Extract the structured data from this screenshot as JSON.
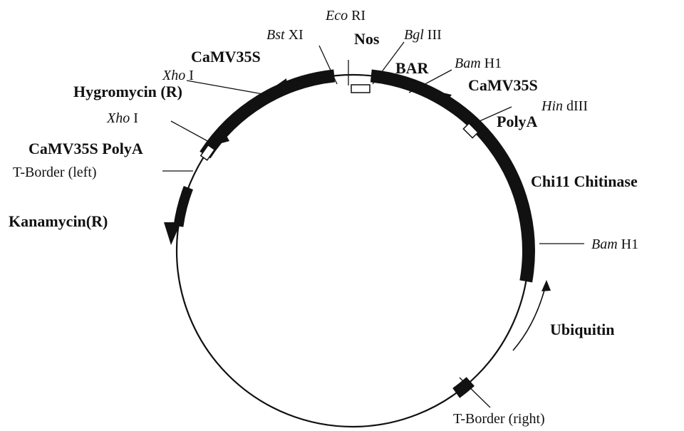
{
  "plasmid_map": {
    "features": {
      "nos": "Nos",
      "bar": "BAR",
      "camv35s_promoter_right": "CaMV35S",
      "polya_right": "PolyA",
      "chi11_chitinase": "Chi11 Chitinase",
      "ubiquitin": "Ubiquitin",
      "t_border_right": "T-Border (right)",
      "kanamycin": "Kanamycin(R)",
      "t_border_left": "T-Border (left)",
      "camv35s_polya_left": "CaMV35S PolyA",
      "hygromycin": "Hygromycin (R)",
      "camv35s_promoter_left": "CaMV35S"
    },
    "sites": {
      "eco": {
        "italic": "Eco",
        "rest": " RI"
      },
      "bst": {
        "italic": "Bst",
        "rest": " XI"
      },
      "bgl": {
        "italic": "Bgl",
        "rest": " III"
      },
      "bam_top": {
        "italic": "Bam",
        "rest": " H1"
      },
      "hind": {
        "italic": "Hin",
        "rest": " dIII"
      },
      "bam_right": {
        "italic": "Bam",
        "rest": " H1"
      },
      "xho_upper": {
        "italic": "Xho",
        "rest": " I"
      },
      "xho_lower": {
        "italic": "Xho",
        "rest": " I"
      }
    }
  }
}
